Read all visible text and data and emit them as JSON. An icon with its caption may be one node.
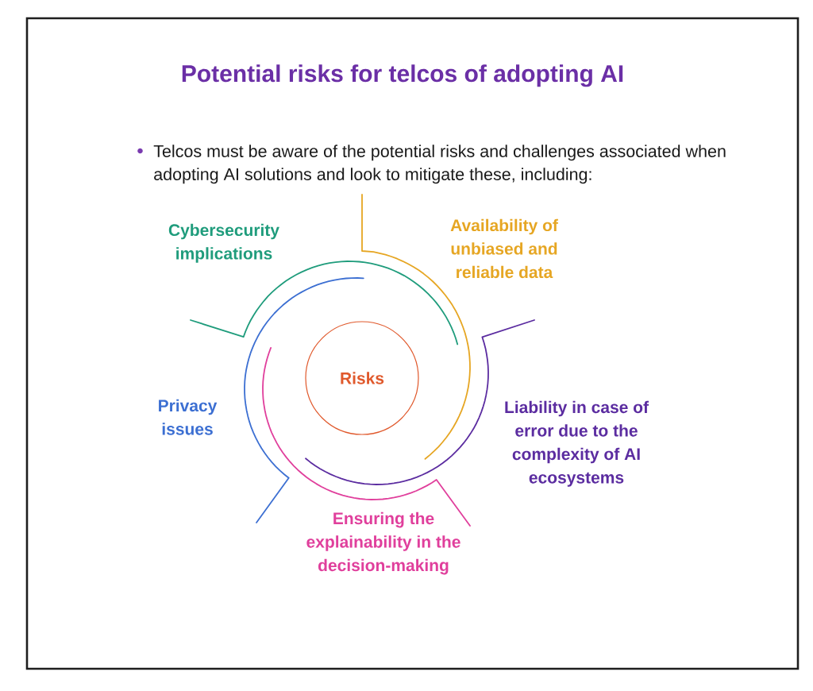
{
  "diagram": {
    "title": "Potential risks for telcos of adopting AI",
    "nodes": [
      {
        "text": [
          "Risks"
        ]
      }
    ],
    "labels": [
      "Telcos must be aware of the potential risks and challenges associated when adopting AI solutions and look to mitigate these, including:",
      "Cybersecurity implications",
      "Availability of unbiased and reliable data",
      "Privacy issues",
      "Liability in case of error due to the complexity of AI ecosystems",
      "Ensuring the explainability in the decision-making"
    ]
  }
}
